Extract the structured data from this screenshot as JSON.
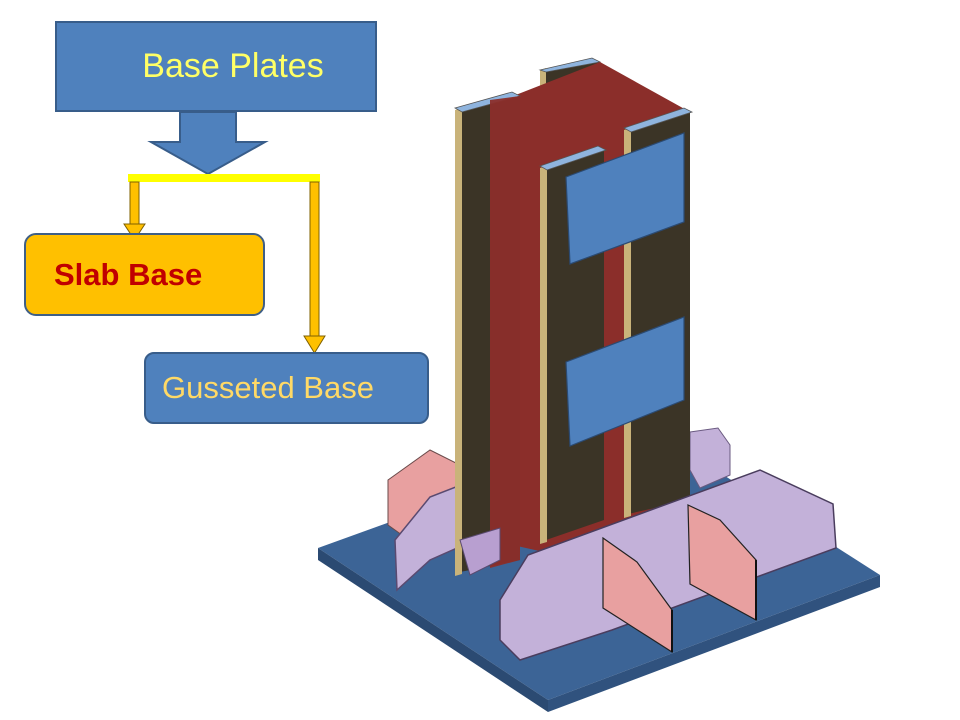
{
  "flowchart": {
    "root_label": "Base Plates",
    "children": [
      {
        "label": "Slab Base",
        "highlighted": true
      },
      {
        "label": "Gusseted Base",
        "highlighted": false
      }
    ]
  },
  "colors": {
    "root_fill": "#4f81bd",
    "root_text": "#ffff66",
    "slab_fill": "#ffc000",
    "slab_text": "#c00000",
    "gusset_fill": "#4f81bd",
    "gusset_text": "#ffd966",
    "connector": "#ffff00",
    "arrow": "#ffc000"
  },
  "illustration": {
    "subject": "gusseted-base-3d-model",
    "parts": [
      "base-plate",
      "column-flanges",
      "column-web",
      "batten-plates",
      "gusset-plates",
      "cleat-angles"
    ]
  }
}
